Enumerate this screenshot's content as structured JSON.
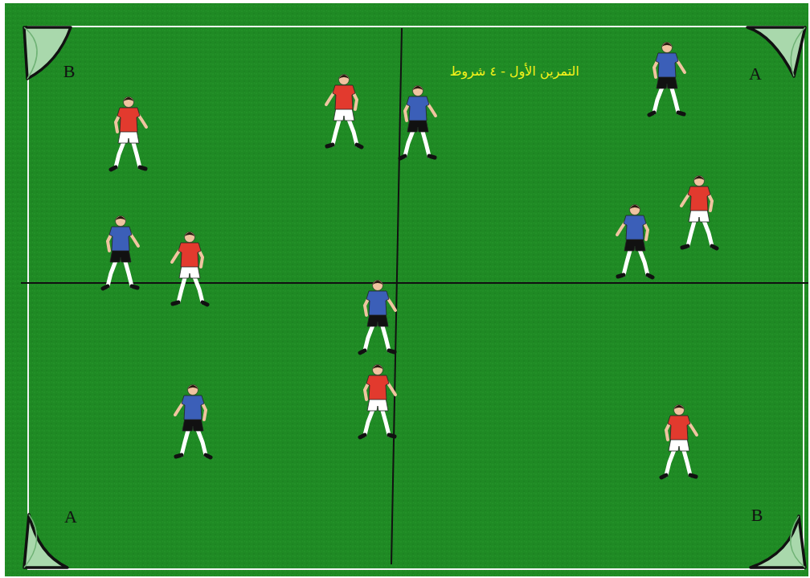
{
  "diagram": {
    "title": "التمرين الأول - ٤ شروط",
    "labels": [
      "B",
      "A",
      "A",
      "B"
    ]
  }
}
